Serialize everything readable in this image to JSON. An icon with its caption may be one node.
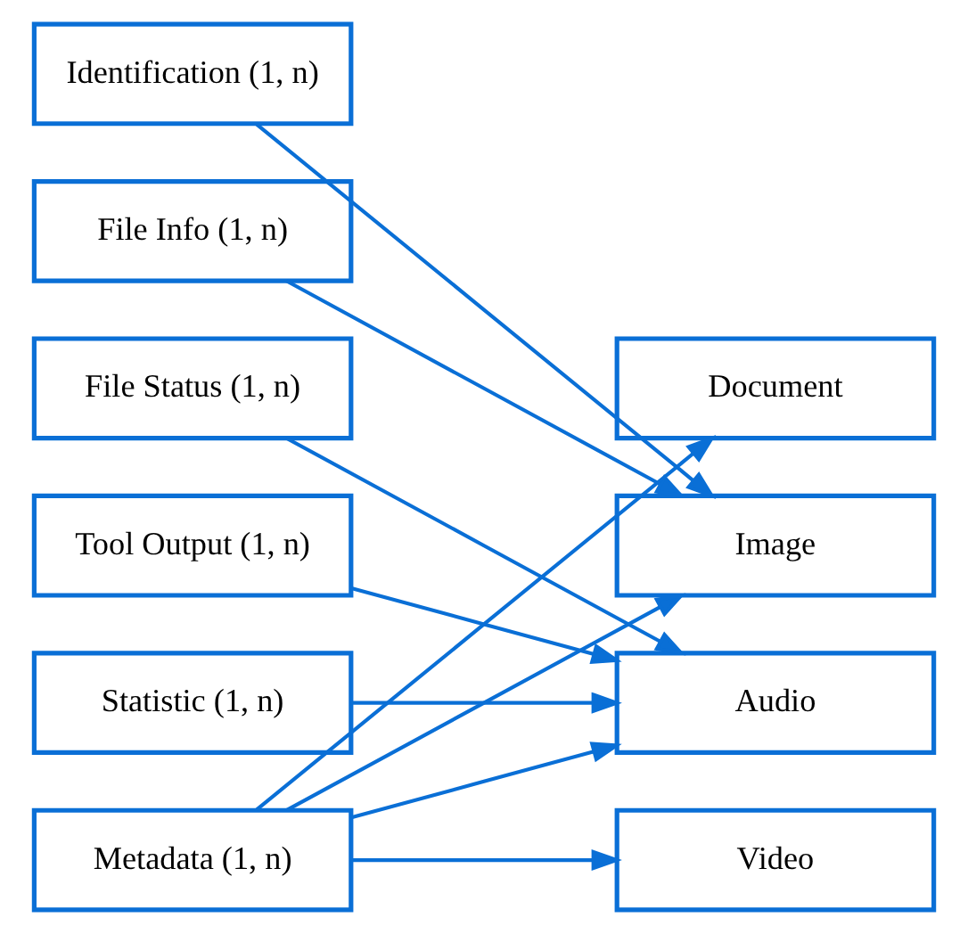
{
  "diagram": {
    "nodes": [
      {
        "text": [
          "Identification (1, n)"
        ]
      },
      {
        "text": [
          "File Info (1, n)"
        ]
      },
      {
        "text": [
          "File Status (1, n)"
        ]
      },
      {
        "text": [
          "Tool Output (1, n)"
        ]
      },
      {
        "text": [
          "Statistic (1, n)"
        ]
      },
      {
        "text": [
          "Metadata (1, n)"
        ]
      },
      {
        "text": [
          "Document"
        ]
      },
      {
        "text": [
          "Image"
        ]
      },
      {
        "text": [
          "Audio"
        ]
      },
      {
        "text": [
          "Video"
        ]
      }
    ],
    "edges": [
      {
        "from": 0,
        "to": 7,
        "arrow": "to"
      },
      {
        "from": 1,
        "to": 7,
        "arrow": "to"
      },
      {
        "from": 2,
        "to": 8,
        "arrow": "to"
      },
      {
        "from": 3,
        "to": 8,
        "arrow": "to"
      },
      {
        "from": 4,
        "to": 8,
        "arrow": "to"
      },
      {
        "from": 5,
        "to": 6,
        "arrow": "to"
      },
      {
        "from": 5,
        "to": 7,
        "arrow": "to"
      },
      {
        "from": 5,
        "to": 8,
        "arrow": "to"
      },
      {
        "from": 5,
        "to": 9,
        "arrow": "to"
      }
    ]
  }
}
